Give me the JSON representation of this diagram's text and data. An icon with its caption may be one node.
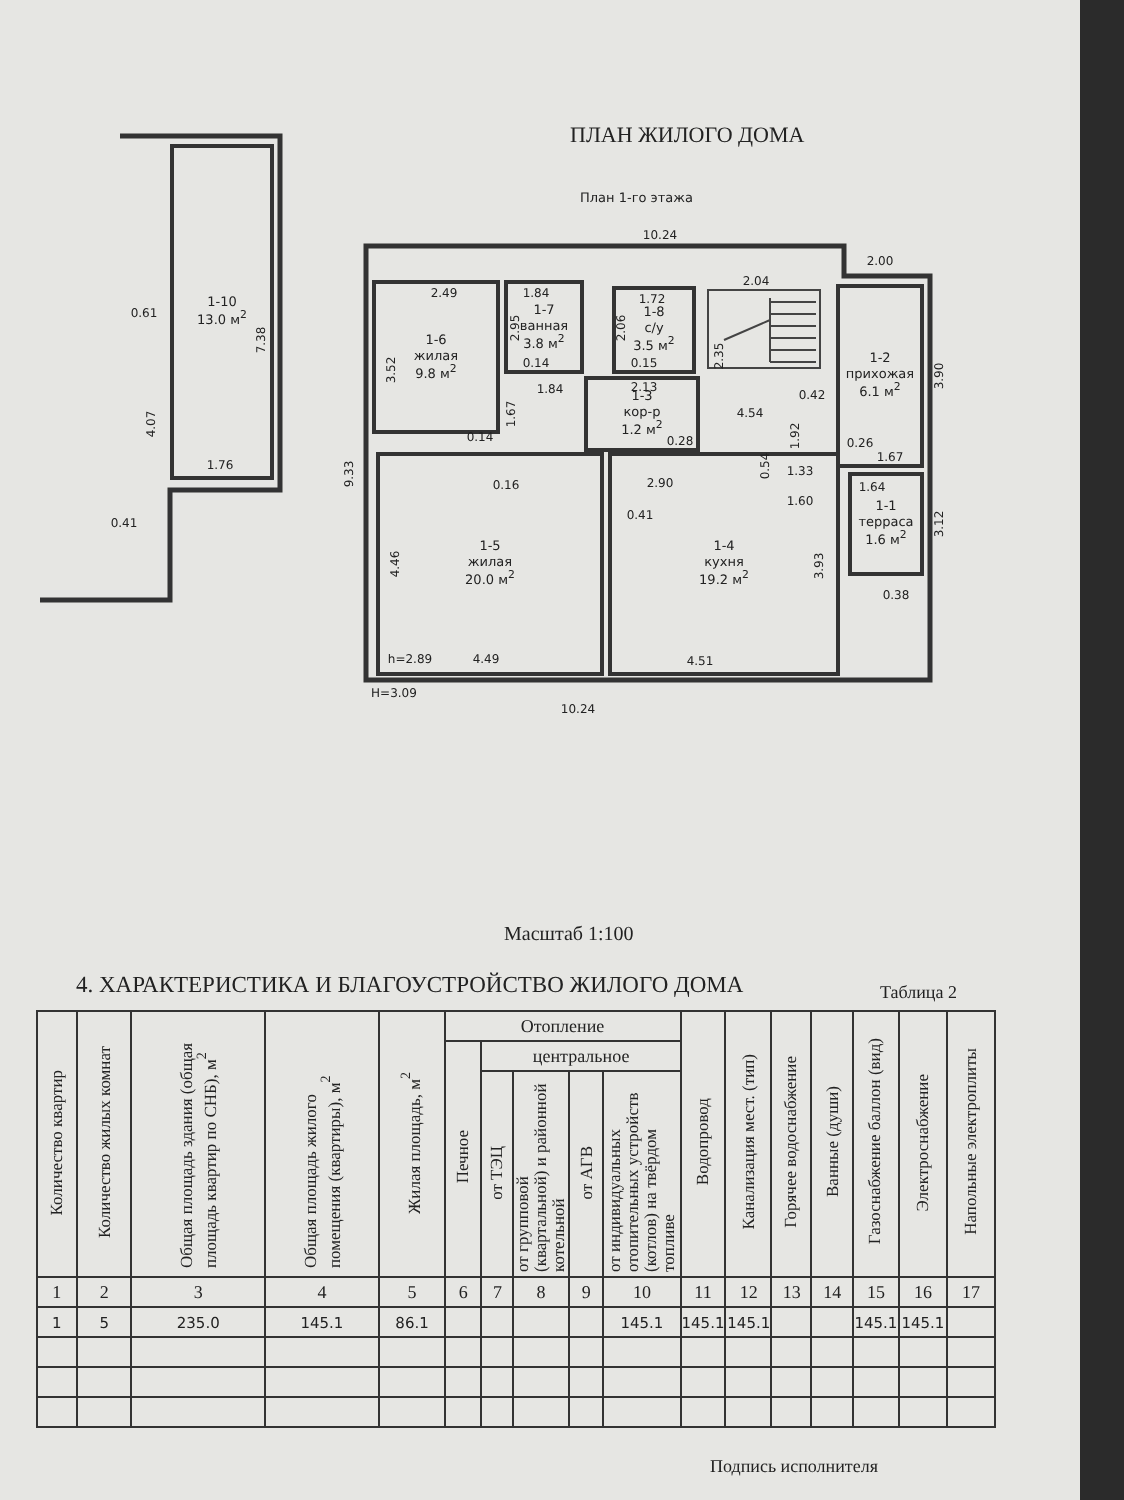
{
  "diagram": {
    "title": "ПЛАН ЖИЛОГО ДОМА",
    "nodes": [
      {
        "text": [
          "1-10",
          "13.0 м$^{2}$"
        ]
      },
      {
        "text": [
          "1-6",
          "жилая",
          "9.8 м$^{2}$"
        ]
      },
      {
        "text": [
          "1-7",
          "ванная",
          "3.8 м$^{2}$"
        ]
      },
      {
        "text": [
          "1-8",
          "с/у",
          "3.5 м$^{2}$"
        ]
      },
      {
        "text": [
          "1-2",
          "прихожая",
          "6.1 м$^{2}$"
        ]
      },
      {
        "text": [
          "1-3",
          "кор-р",
          "1.2 м$^{2}$"
        ]
      },
      {
        "text": [
          "1-5",
          "жилая",
          "20.0 м$^{2}$"
        ]
      },
      {
        "text": [
          "1-4",
          "кухня",
          "19.2 м$^{2}$"
        ]
      },
      {
        "text": [
          "1-1",
          "терраса",
          "1.6 м$^{2}$"
        ]
      }
    ],
    "edges": [],
    "labels": [
      "План 1-го этажа",
      "10.24",
      "2.00",
      "2.49",
      "1.84",
      "1.72",
      "2.04",
      "3.52",
      "2.95",
      "2.06",
      "2.35",
      "0.14",
      "0.15",
      "1.84",
      "1.67",
      "2.13",
      "4.54",
      "0.42",
      "3.90",
      "9.33",
      "0.14",
      "0.16",
      "0.28",
      "1.92",
      "0.26",
      "1.67",
      "2.90",
      "0.54",
      "1.33",
      "1.60",
      "1.64",
      "0.41",
      "4.46",
      "3.93",
      "3.12",
      "0.38",
      "h=2.89",
      "4.49",
      "4.51",
      "H=3.09",
      "10.24",
      "0.61",
      "7.38",
      "4.07",
      "1.76",
      "0.41",
      "Масштаб 1:100",
      "4. ХАРАКТЕРИСТИКА И БЛАГОУСТРОЙСТВО ЖИЛОГО ДОМА",
      "Таблица 2",
      "Отопление",
      "центральное",
      "Количество квартир",
      "Количество жилых комнат",
      "Общая площадь здания (общая площадь квартир по СНБ), м$^{2}$",
      "Общая площадь жилого помещения (квартиры), м$^{2}$",
      "Жилая площадь, м$^{2}$",
      "Печное",
      "от ТЭЦ",
      "от групповой (квартальной) и районной котельной",
      "от АГВ",
      "от индивидуальных отопительных устройств (котлов) на твёрдом топливе",
      "Водопровод",
      "Канализация мест. (тип)",
      "Горячее водоснабжение",
      "Ванные (души)",
      "Газоснабжение баллон (вид)",
      "Электроснабжение",
      "Напольные электроплиты",
      "1",
      "2",
      "3",
      "4",
      "5",
      "6",
      "7",
      "8",
      "9",
      "10",
      "11",
      "12",
      "13",
      "14",
      "15",
      "16",
      "17",
      "1",
      "5",
      "235.0",
      "145.1",
      "86.1",
      "145.1",
      "145.1",
      "145.1",
      "145.1",
      "145.1",
      "Подпись исполнителя"
    ]
  }
}
